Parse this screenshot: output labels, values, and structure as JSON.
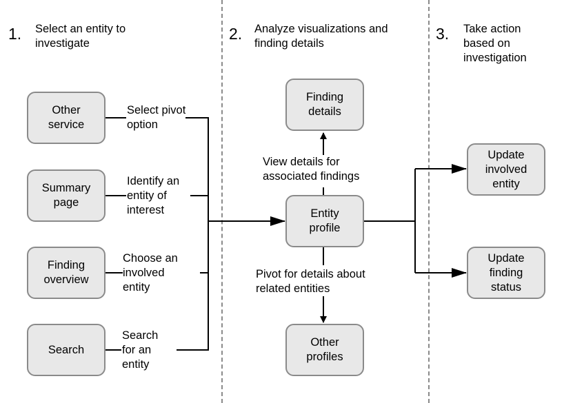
{
  "steps": [
    {
      "number": "1.",
      "title": "Select an entity to\ninvestigate"
    },
    {
      "number": "2.",
      "title": "Analyze visualizations and\nfinding details"
    },
    {
      "number": "3.",
      "title": "Take action\nbased on\ninvestigation"
    }
  ],
  "sources": [
    {
      "box": "Other\nservice",
      "label": "Select pivot\noption"
    },
    {
      "box": "Summary\npage",
      "label": "Identify an\nentity of\ninterest"
    },
    {
      "box": "Finding\noverview",
      "label": "Choose an\ninvolved\nentity"
    },
    {
      "box": "Search",
      "label": "Search\nfor an\nentity"
    }
  ],
  "center": {
    "finding_details": "Finding\ndetails",
    "view_details_label": "View details for\nassociated findings",
    "entity_profile": "Entity\nprofile",
    "pivot_label": "Pivot for details about\nrelated entities",
    "other_profiles": "Other\nprofiles"
  },
  "actions": [
    {
      "box": "Update\ninvolved\nentity"
    },
    {
      "box": "Update\nfinding\nstatus"
    }
  ]
}
